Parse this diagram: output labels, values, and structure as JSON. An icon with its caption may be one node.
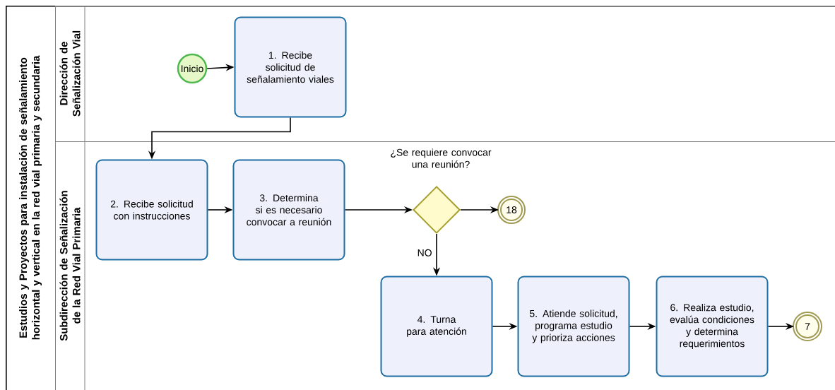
{
  "diagram": {
    "nodes": [
      {
        "text": [
          "Estudios y Proyectos para instalación de señalamiento horizontal y vertical en la red vial primaria y secundaria"
        ]
      },
      {
        "text": [
          "Dirección de Señalización Vial"
        ],
        "in": 0
      },
      {
        "text": [
          "Subdirección de Señalización de la Red Vial Primaria"
        ],
        "in": 0
      },
      {
        "text": [
          "Inicio"
        ],
        "in": 1
      },
      {
        "text": [
          "1. Recibe solicitud de señalamiento viales"
        ],
        "in": 1
      },
      {
        "text": [
          "2. Recibe solicitud con instrucciones"
        ],
        "in": 2
      },
      {
        "text": [
          "3. Determina si es necesario convocar a reunión"
        ],
        "in": 2
      },
      {
        "text": [],
        "shape": "diamond",
        "beside": [
          "¿Se requiere convocar una reunión?"
        ],
        "in": 2
      },
      {
        "text": [
          "18"
        ],
        "in": 2
      },
      {
        "text": [
          "4. Turna para atención"
        ],
        "in": 2
      },
      {
        "text": [
          "5. Atiende solicitud, programa estudio y prioriza acciones"
        ],
        "in": 2
      },
      {
        "text": [
          "6. Realiza estudio, evalúa condiciones y determina requerimientos"
        ],
        "in": 2
      },
      {
        "text": [
          "7"
        ],
        "in": 2
      }
    ],
    "edges": [
      {
        "from": 3,
        "to": 4,
        "arrow": "to"
      },
      {
        "from": 4,
        "to": 5,
        "arrow": "to"
      },
      {
        "from": 5,
        "to": 6,
        "arrow": "to"
      },
      {
        "from": 6,
        "to": 7,
        "arrow": "to"
      },
      {
        "from": 7,
        "to": 8,
        "arrow": "to"
      },
      {
        "from": 7,
        "to": 9,
        "arrow": "to",
        "label": "NO"
      },
      {
        "from": 9,
        "to": 10,
        "arrow": "to"
      },
      {
        "from": 10,
        "to": 11,
        "arrow": "to"
      },
      {
        "from": 11,
        "to": 12,
        "arrow": "to"
      }
    ]
  }
}
